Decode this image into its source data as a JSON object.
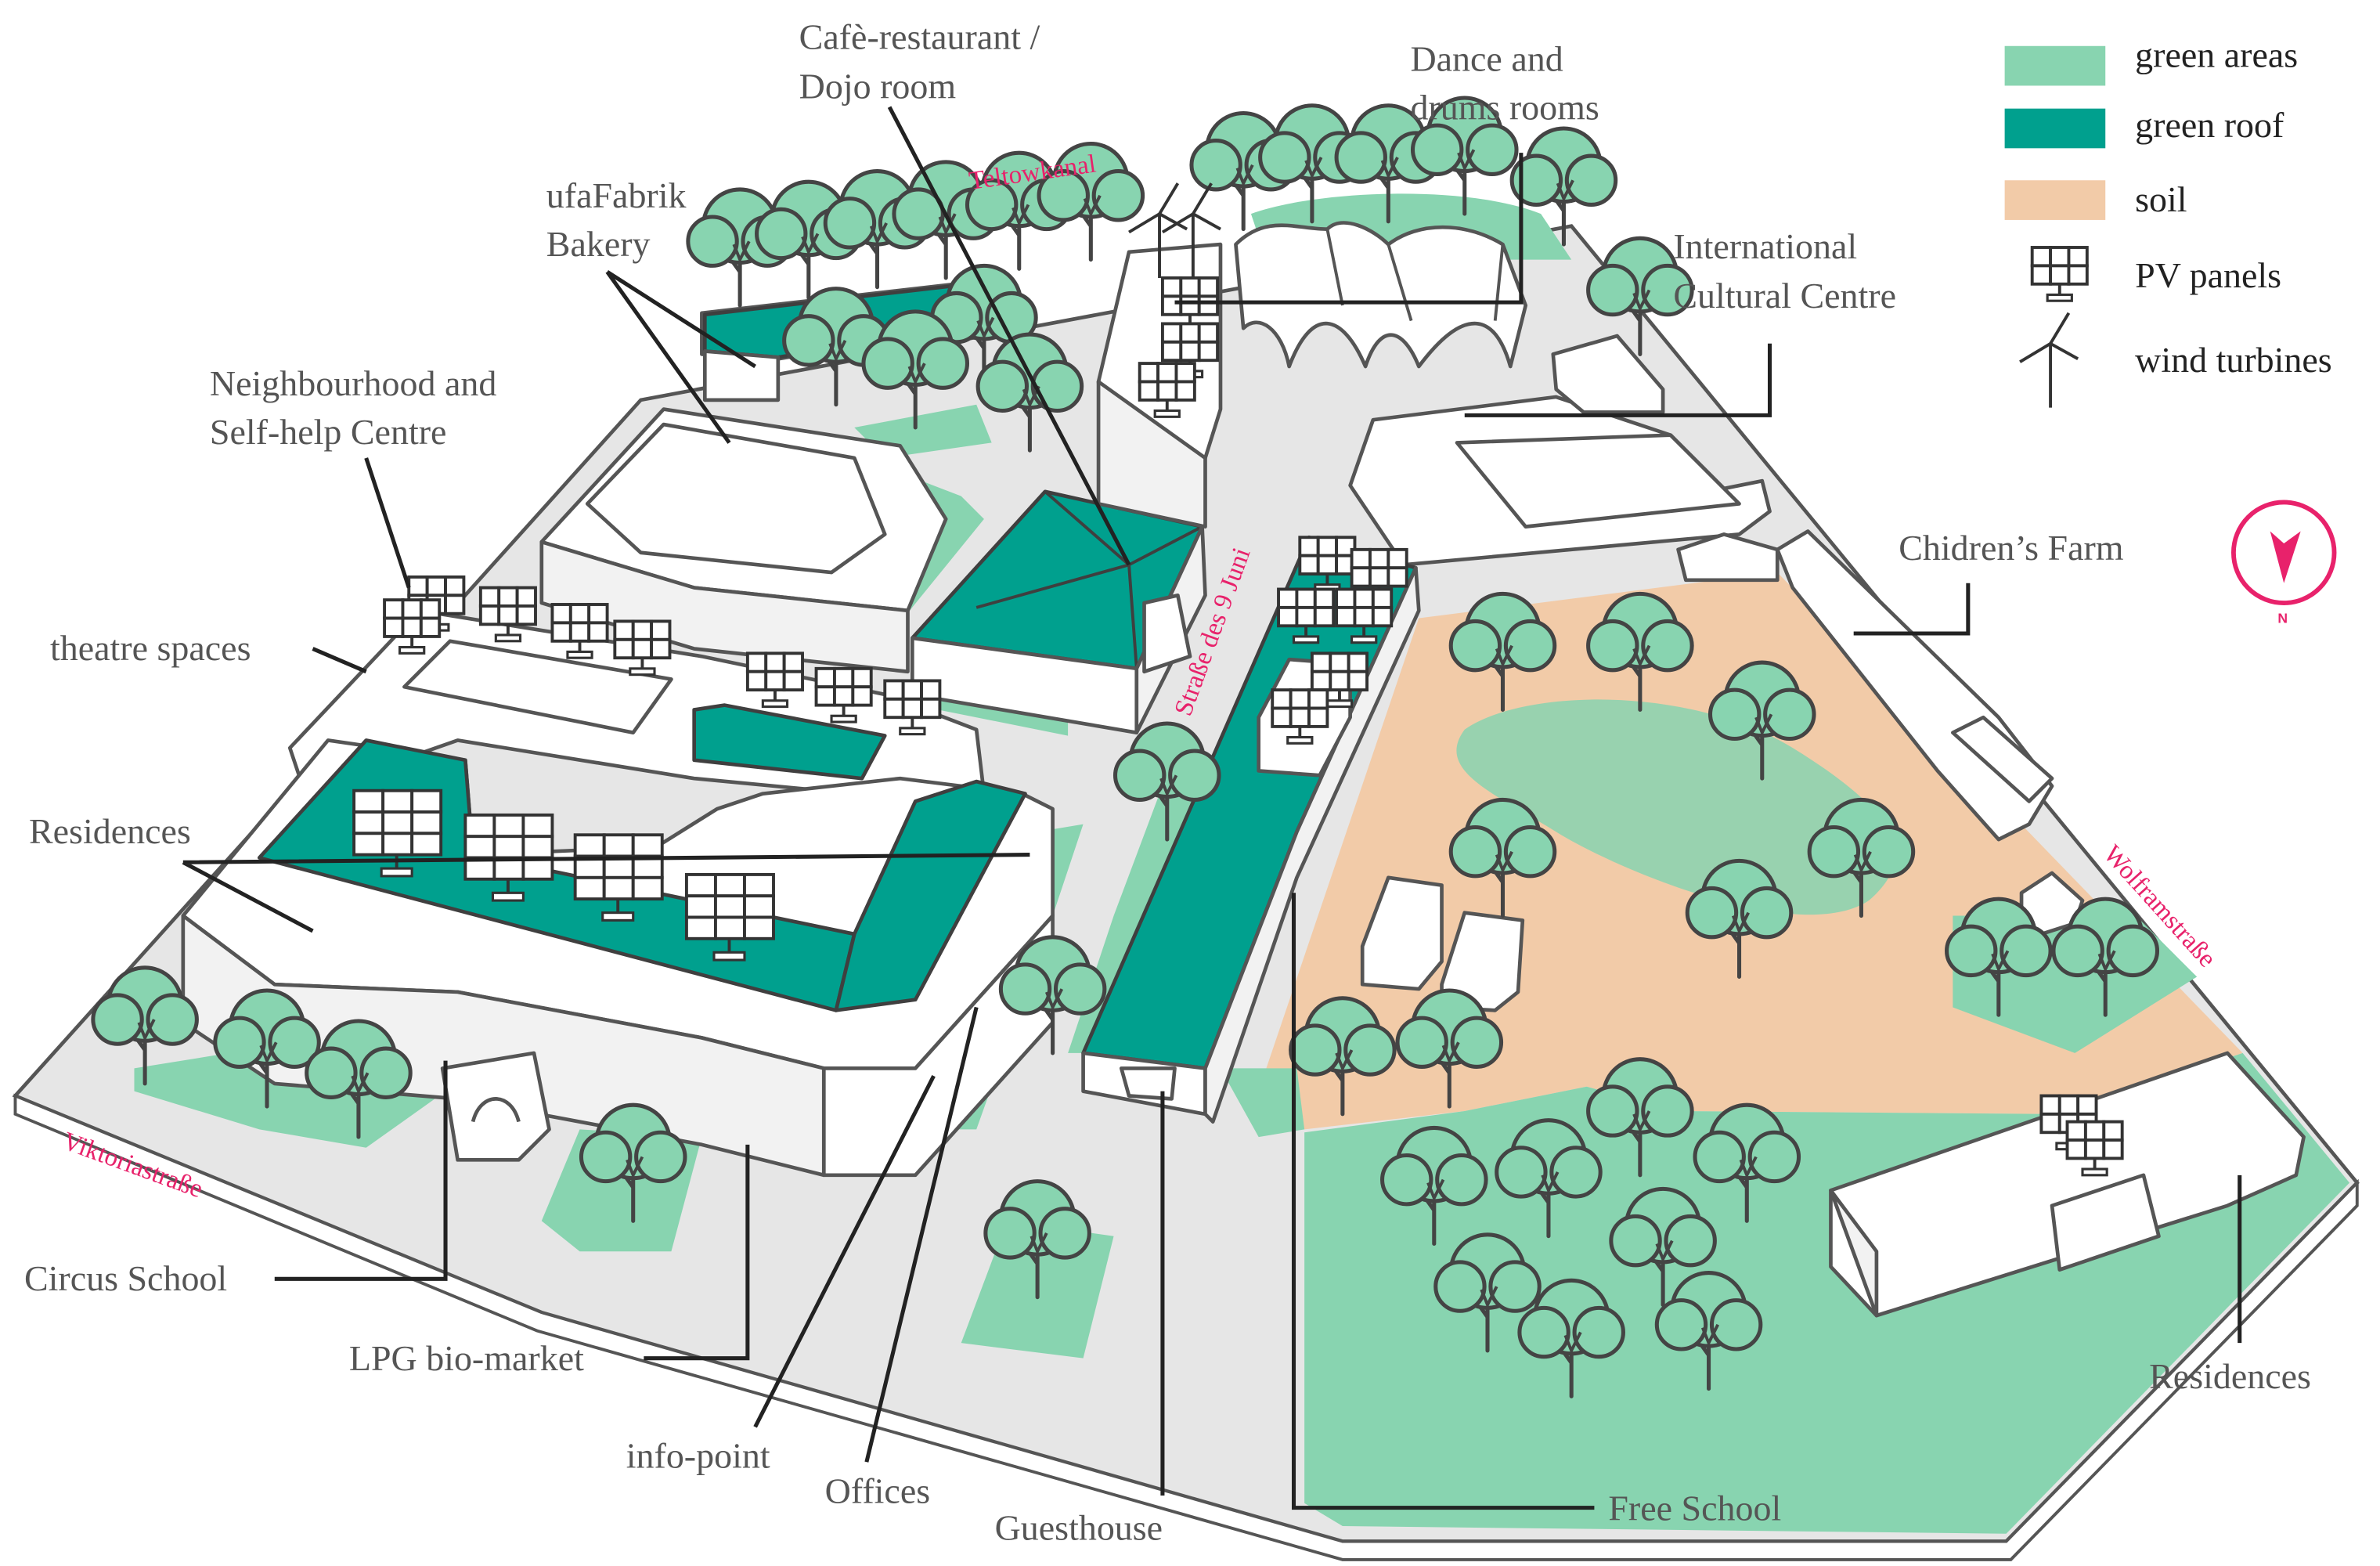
{
  "colors": {
    "green_areas": "#88d4b0",
    "green_roof": "#00a08e",
    "soil": "#f2cba8",
    "ground": "#e6e6e6",
    "street_label": "#e8226b",
    "compass": "#e8226b"
  },
  "legend": {
    "green_areas": "green areas",
    "green_roof": "green roof",
    "soil": "soil",
    "pv_panels": "PV panels",
    "wind_turbines": "wind turbines"
  },
  "labels": {
    "cafe_line1": "Cafè-restaurant /",
    "cafe_line2": "Dojo room",
    "dance_line1": "Dance and",
    "dance_line2": "drums rooms",
    "bakery_line1": "ufaFabrik",
    "bakery_line2": "Bakery",
    "neighbourhood_line1": "Neighbourhood and",
    "neighbourhood_line2": "Self-help Centre",
    "international_line1": "International",
    "international_line2": "Cultural Centre",
    "childrens_farm": "Chidren’s Farm",
    "theatre_spaces": "theatre spaces",
    "residences_left": "Residences",
    "residences_right": "Residences",
    "circus_school": "Circus School",
    "lpg_bio_market": "LPG bio-market",
    "info_point": "info-point",
    "offices": "Offices",
    "guesthouse": "Guesthouse",
    "free_school": "Free School"
  },
  "streets": {
    "teltowkanal": "Teltowkanal",
    "strasse_9_juni": "Straße des 9 Juni",
    "wolframstrasse": "Wolframstraße",
    "viktoriastrasse": "Viktoriastraße"
  },
  "compass": {
    "letter": "N"
  }
}
